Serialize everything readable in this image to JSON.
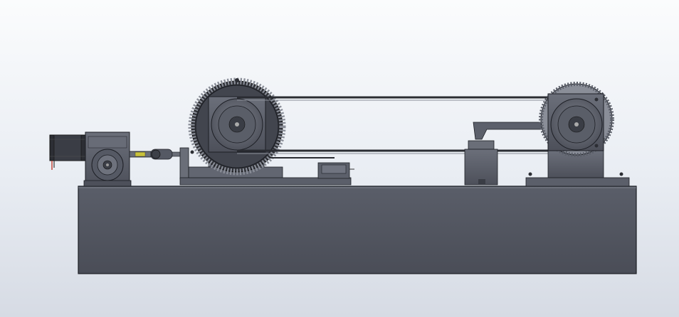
{
  "scene": {
    "view": "front",
    "components": [
      {
        "name": "stepper-motor"
      },
      {
        "name": "worm-gear-reducer"
      },
      {
        "name": "coupling-shaft"
      },
      {
        "name": "large-toothed-pulley"
      },
      {
        "name": "drive-belt"
      },
      {
        "name": "small-toothed-pulley"
      },
      {
        "name": "load-cell"
      },
      {
        "name": "tension-arm"
      },
      {
        "name": "base-frame"
      }
    ]
  },
  "colors": {
    "background_top": "#fbfcfd",
    "background_bottom": "#d6dbe4",
    "metal_dark": "#4f525d",
    "metal_mid": "#5c606b",
    "metal_light": "#8a8e98",
    "edge": "#1c1e24"
  }
}
